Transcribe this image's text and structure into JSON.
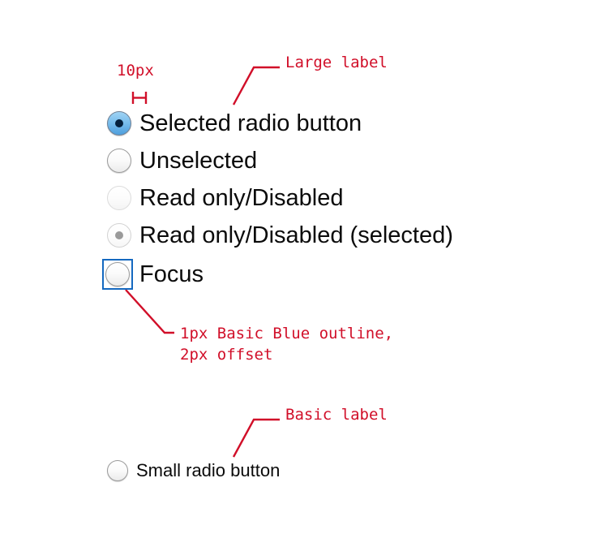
{
  "colors": {
    "annotation_red": "#d10f29",
    "focus_outline_blue": "#1569c0",
    "selected_fill_blue": "#79bdec",
    "selected_dot": "#05203c",
    "disabled_dot": "#9a9a9a",
    "label_text": "#0b0b0b",
    "page_background": "#ffffff"
  },
  "annotations": {
    "spacing": "10px",
    "large_label": "Large label",
    "focus_outline_line1": "1px Basic Blue outline,",
    "focus_outline_line2": "2px offset",
    "basic_label": "Basic label"
  },
  "radios": {
    "large": [
      {
        "label": "Selected radio button",
        "state": "selected",
        "icon": "radio-selected-icon"
      },
      {
        "label": "Unselected",
        "state": "unselected",
        "icon": "radio-unselected-icon"
      },
      {
        "label": "Read only/Disabled",
        "state": "disabled",
        "icon": "radio-disabled-icon"
      },
      {
        "label": "Read only/Disabled (selected)",
        "state": "disabled-selected",
        "icon": "radio-disabled-selected-icon"
      },
      {
        "label": "Focus",
        "state": "focus",
        "icon": "radio-focus-icon"
      }
    ],
    "small": [
      {
        "label": "Small radio button",
        "state": "unselected",
        "icon": "radio-small-unselected-icon"
      }
    ]
  }
}
